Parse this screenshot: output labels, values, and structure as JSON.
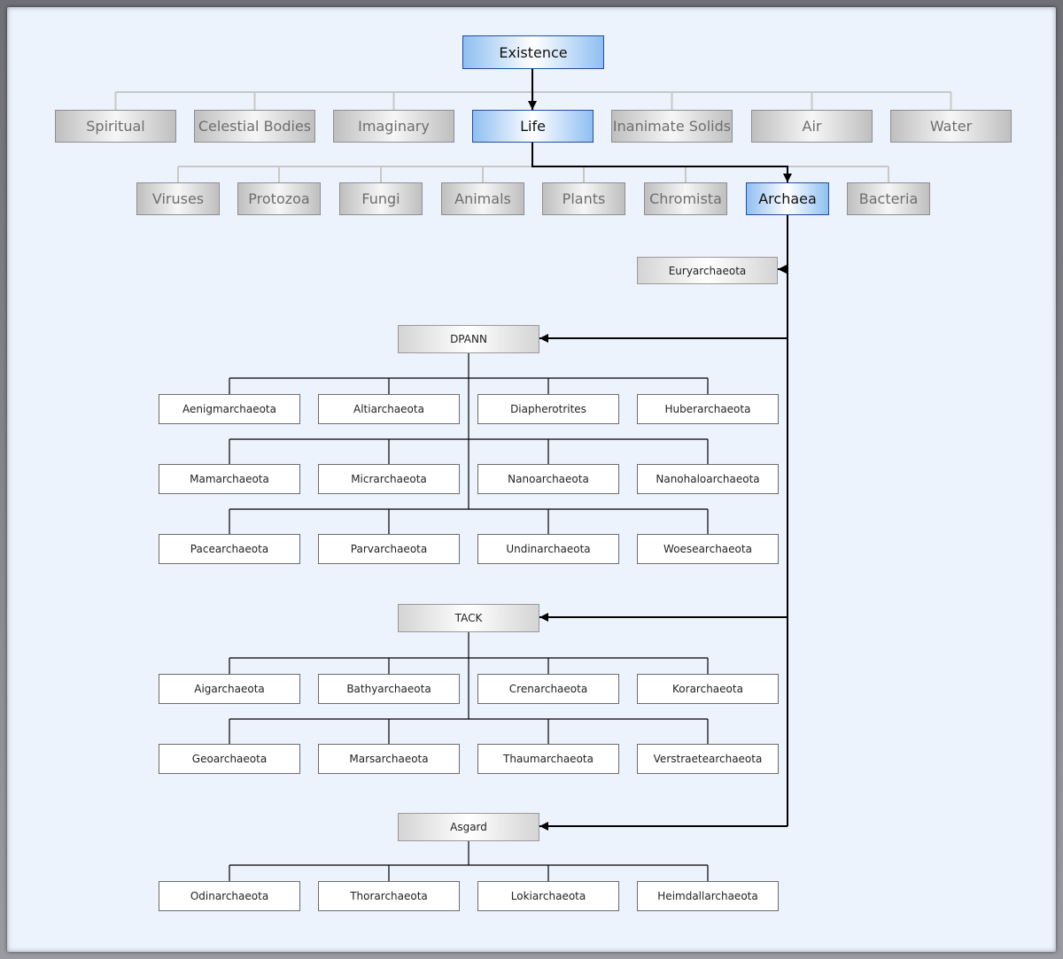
{
  "root": "Existence",
  "level1": [
    {
      "id": "spiritual",
      "label": "Spiritual",
      "active": false
    },
    {
      "id": "celestial-bodies",
      "label": "Celestial Bodies",
      "active": false
    },
    {
      "id": "imaginary",
      "label": "Imaginary",
      "active": false
    },
    {
      "id": "life",
      "label": "Life",
      "active": true
    },
    {
      "id": "inanimate-solids",
      "label": "Inanimate Solids",
      "active": false
    },
    {
      "id": "air",
      "label": "Air",
      "active": false
    },
    {
      "id": "water",
      "label": "Water",
      "active": false
    }
  ],
  "level2": [
    {
      "id": "viruses",
      "label": "Viruses",
      "active": false
    },
    {
      "id": "protozoa",
      "label": "Protozoa",
      "active": false
    },
    {
      "id": "fungi",
      "label": "Fungi",
      "active": false
    },
    {
      "id": "animals",
      "label": "Animals",
      "active": false
    },
    {
      "id": "plants",
      "label": "Plants",
      "active": false
    },
    {
      "id": "chromista",
      "label": "Chromista",
      "active": false
    },
    {
      "id": "archaea",
      "label": "Archaea",
      "active": true
    },
    {
      "id": "bacteria",
      "label": "Bacteria",
      "active": false
    }
  ],
  "standalone": "Euryarchaeota",
  "groups": [
    {
      "label": "DPANN",
      "children": [
        [
          "Aenigmarchaeota",
          "Altiarchaeota",
          "Diapherotrites",
          "Huberarchaeota"
        ],
        [
          "Mamarchaeota",
          "Micrarchaeota",
          "Nanoarchaeota",
          "Nanohaloarchaeota"
        ],
        [
          "Pacearchaeota",
          "Parvarchaeota",
          "Undinarchaeota",
          "Woesearchaeota"
        ]
      ]
    },
    {
      "label": "TACK",
      "children": [
        [
          "Aigarchaeota",
          "Bathyarchaeota",
          "Crenarchaeota",
          "Korarchaeota"
        ],
        [
          "Geoarchaeota",
          "Marsarchaeota",
          "Thaumarchaeota",
          "Verstraetearchaeota"
        ]
      ]
    },
    {
      "label": "Asgard",
      "children": [
        [
          "Odinarchaeota",
          "Thorarchaeota",
          "Lokiarchaeota",
          "Heimdallarchaeota"
        ]
      ]
    }
  ],
  "colors": {
    "background": "#ecf3fd",
    "active_node": "#8fbff2",
    "inactive_node": "#bfbfbf",
    "inactive_connector": "#c8c8c8",
    "active_connector": "#000000"
  }
}
